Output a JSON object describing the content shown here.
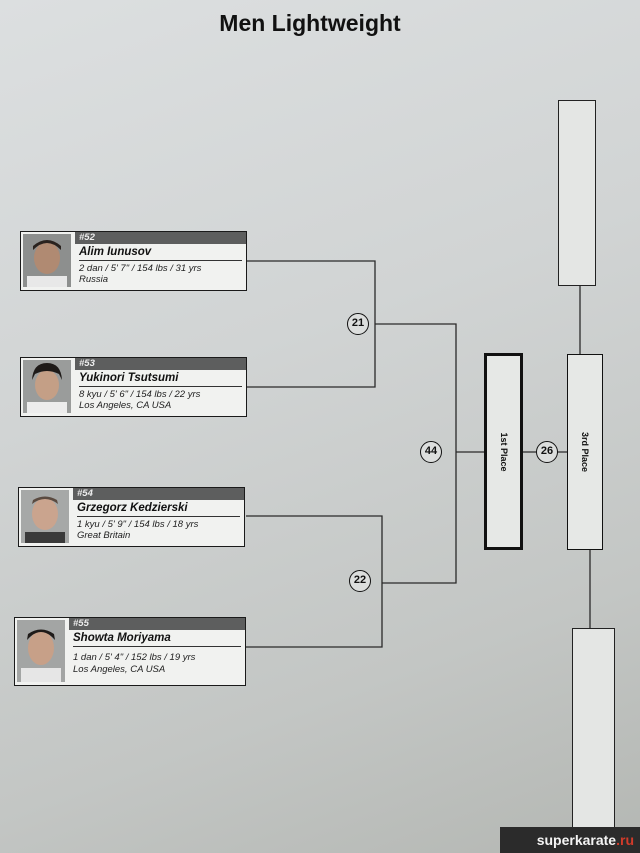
{
  "title": "Men Lightweight",
  "competitors": [
    {
      "seed": "#52",
      "name": "Alim Iunusov",
      "stats": "2 dan / 5' 7\" / 154 lbs / 31 yrs",
      "location": "Russia"
    },
    {
      "seed": "#53",
      "name": "Yukinori Tsutsumi",
      "stats": "8 kyu / 5' 6\" / 154 lbs / 22 yrs",
      "location": "Los Angeles, CA USA"
    },
    {
      "seed": "#54",
      "name": "Grzegorz Kedzierski",
      "stats": "1 kyu / 5' 9\" / 154 lbs / 18 yrs",
      "location": "Great Britain"
    },
    {
      "seed": "#55",
      "name": "Showta Moriyama",
      "stats": "1 dan / 5' 4\" / 152 lbs / 19 yrs",
      "location": "Los Angeles, CA USA"
    }
  ],
  "matches": [
    "21",
    "22",
    "44",
    "26"
  ],
  "places": {
    "first": "1st Place",
    "third": "3rd Place"
  },
  "watermark": {
    "main": "superkarate",
    "suffix": ".ru"
  }
}
